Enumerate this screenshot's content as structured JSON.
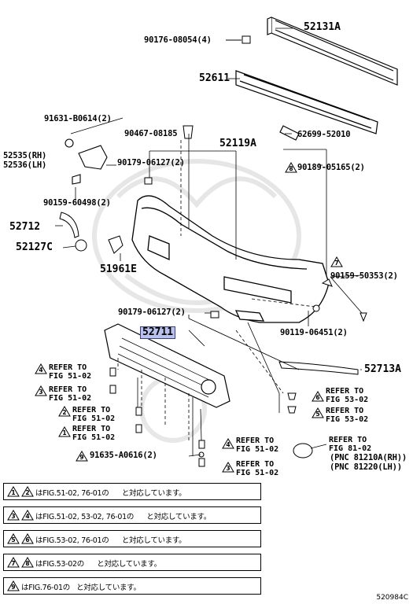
{
  "parts": {
    "p52131A": "52131A",
    "p90176": "90176-08054(4)",
    "p52611": "52611",
    "p62699": "62699-52010",
    "p91631": "91631-B0614(2)",
    "p90467": "90467-08185",
    "p52119A": "52119A",
    "p52535": "52535(RH)",
    "p52536": "52536(LH)",
    "p90179a": "90179-06127(2)",
    "p90189": "90189-05165(2)",
    "p90159a": "90159-60498(2)",
    "p52712": "52712",
    "p52127C": "52127C",
    "p51961E": "51961E",
    "p90159b": "90159-50353(2)",
    "p90179b": "90179-06127(2)",
    "p90119": "90119-06451(2)",
    "p52711": "52711",
    "p52713A": "52713A",
    "p91635": "91635-A0616(2)",
    "pnc1": "(PNC 81210A(RH))",
    "pnc2": "(PNC 81220(LH))"
  },
  "markers": {
    "m1": "1",
    "m2": "2",
    "m3": "3",
    "m4": "4",
    "m5": "5",
    "m6": "6",
    "m7": "7",
    "m8": "8",
    "m9": "9"
  },
  "refs": {
    "r1": "REFER TO\nFIG 51-02",
    "r3": "REFER TO\nFIG 51-02",
    "r2": "REFER TO\nFIG 51-02",
    "r1b": "REFER TO\nFIG 51-02",
    "r4": "REFER TO\nFIG 51-02",
    "r3b": "REFER TO\nFIG 51-02",
    "r6": "REFER TO\nFIG 53-02",
    "r5": "REFER TO\nFIG 53-02",
    "r81": "REFER TO\nFIG 81-02"
  },
  "notes": {
    "n1": "はFIG.51-02, 76-01の      と対応しています。",
    "n2": "はFIG.51-02, 53-02, 76-01の      と対応しています。",
    "n3": "はFIG.53-02, 76-01の      と対応しています。",
    "n4": "はFIG.53-02の      と対応しています。",
    "n5": "はFIG.76-01の   と対応しています。"
  },
  "footer_code": "520984C"
}
